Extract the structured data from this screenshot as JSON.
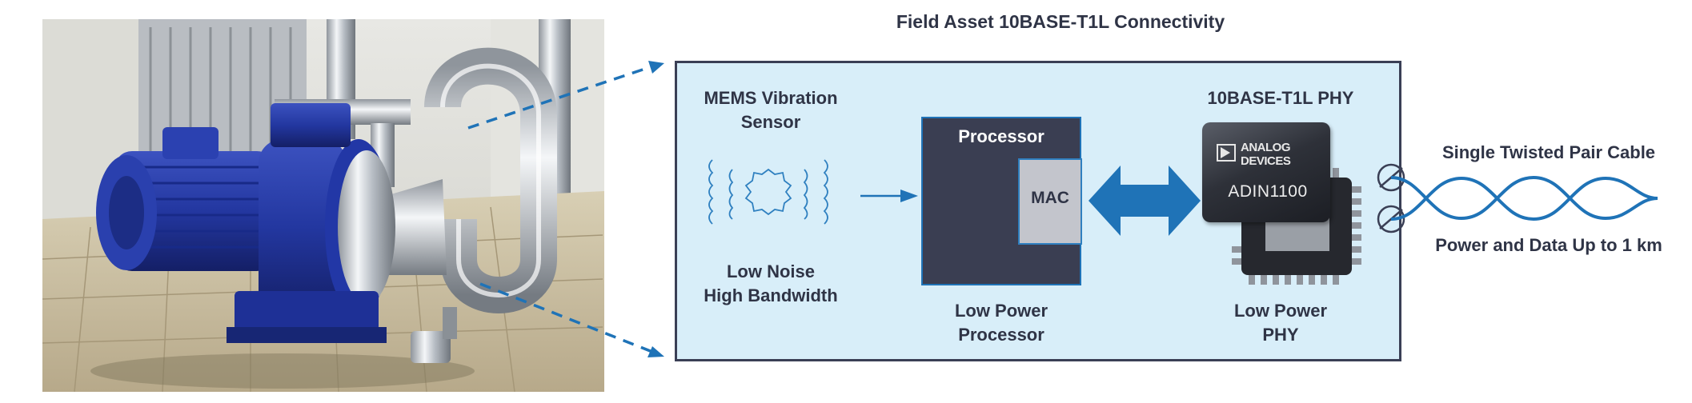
{
  "diagram": {
    "title": "Field Asset 10BASE-T1L Connectivity",
    "sensor": {
      "title_lines": [
        "MEMS Vibration",
        "Sensor"
      ],
      "desc_lines": [
        "Low Noise",
        "High Bandwidth"
      ]
    },
    "processor": {
      "label": "Processor",
      "mac_label": "MAC",
      "desc_lines": [
        "Low Power",
        "Processor"
      ]
    },
    "phy": {
      "title": "10BASE-T1L PHY",
      "desc_lines": [
        "Low Power",
        "PHY"
      ],
      "chip_brand_lines": [
        "ANALOG",
        "DEVICES"
      ],
      "chip_part": "ADIN1100"
    },
    "cable": {
      "title": "Single Twisted Pair Cable",
      "desc": "Power and Data Up to 1 km"
    }
  },
  "colors": {
    "panel_fill": "#d8eef9",
    "panel_border": "#3a3f55",
    "accent_blue": "#1f73b7",
    "processor_fill": "#3a3e52",
    "mac_fill": "#c3c5cc",
    "text_dark": "#2f3446",
    "pump_blue": "#2337a0"
  },
  "icons": {
    "photo": "industrial-pump-photo",
    "sensor": "vibration-wave-icon",
    "arrow": "right-arrow-icon",
    "link": "double-arrow-icon",
    "cable": "twisted-pair-icon",
    "connector": "connector-icon"
  }
}
